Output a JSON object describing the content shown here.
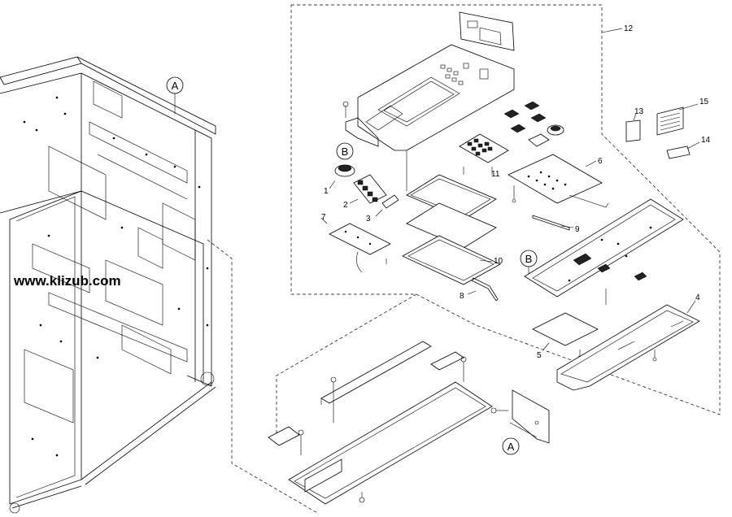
{
  "watermark": "www.klizub.com",
  "callouts": [
    {
      "id": "c-a-frame",
      "text": "A"
    },
    {
      "id": "c-b-panel",
      "text": "B"
    },
    {
      "id": "c-b-board",
      "text": "B"
    },
    {
      "id": "c-a-bracket",
      "text": "A"
    }
  ],
  "part_numbers": [
    {
      "id": "p1",
      "text": "1"
    },
    {
      "id": "p2",
      "text": "2"
    },
    {
      "id": "p3",
      "text": "3"
    },
    {
      "id": "p4",
      "text": "4"
    },
    {
      "id": "p5",
      "text": "5"
    },
    {
      "id": "p6",
      "text": "6"
    },
    {
      "id": "p7",
      "text": "7"
    },
    {
      "id": "p8",
      "text": "8"
    },
    {
      "id": "p9",
      "text": "9"
    },
    {
      "id": "p10",
      "text": "10"
    },
    {
      "id": "p11",
      "text": "11"
    },
    {
      "id": "p12",
      "text": "12"
    },
    {
      "id": "p13",
      "text": "13"
    },
    {
      "id": "p14",
      "text": "14"
    },
    {
      "id": "p15",
      "text": "15"
    }
  ]
}
